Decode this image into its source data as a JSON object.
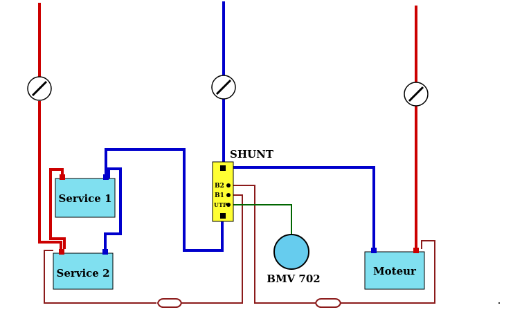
{
  "components": {
    "service1": {
      "label": "Service 1"
    },
    "service2": {
      "label": "Service 2"
    },
    "moteur": {
      "label": "Moteur"
    },
    "bmv": {
      "label": "BMV 702"
    },
    "shunt": {
      "label": "SHUNT",
      "terminals": [
        "B2",
        "B1",
        "UTP"
      ]
    }
  },
  "colors": {
    "positive": "#cc0000",
    "negative": "#0000cc",
    "signal": "#8b1a1a",
    "utp": "#006600",
    "battery_fill": "#80e0f0",
    "shunt_fill": "#ffff33",
    "bmv_fill": "#66ccee"
  }
}
